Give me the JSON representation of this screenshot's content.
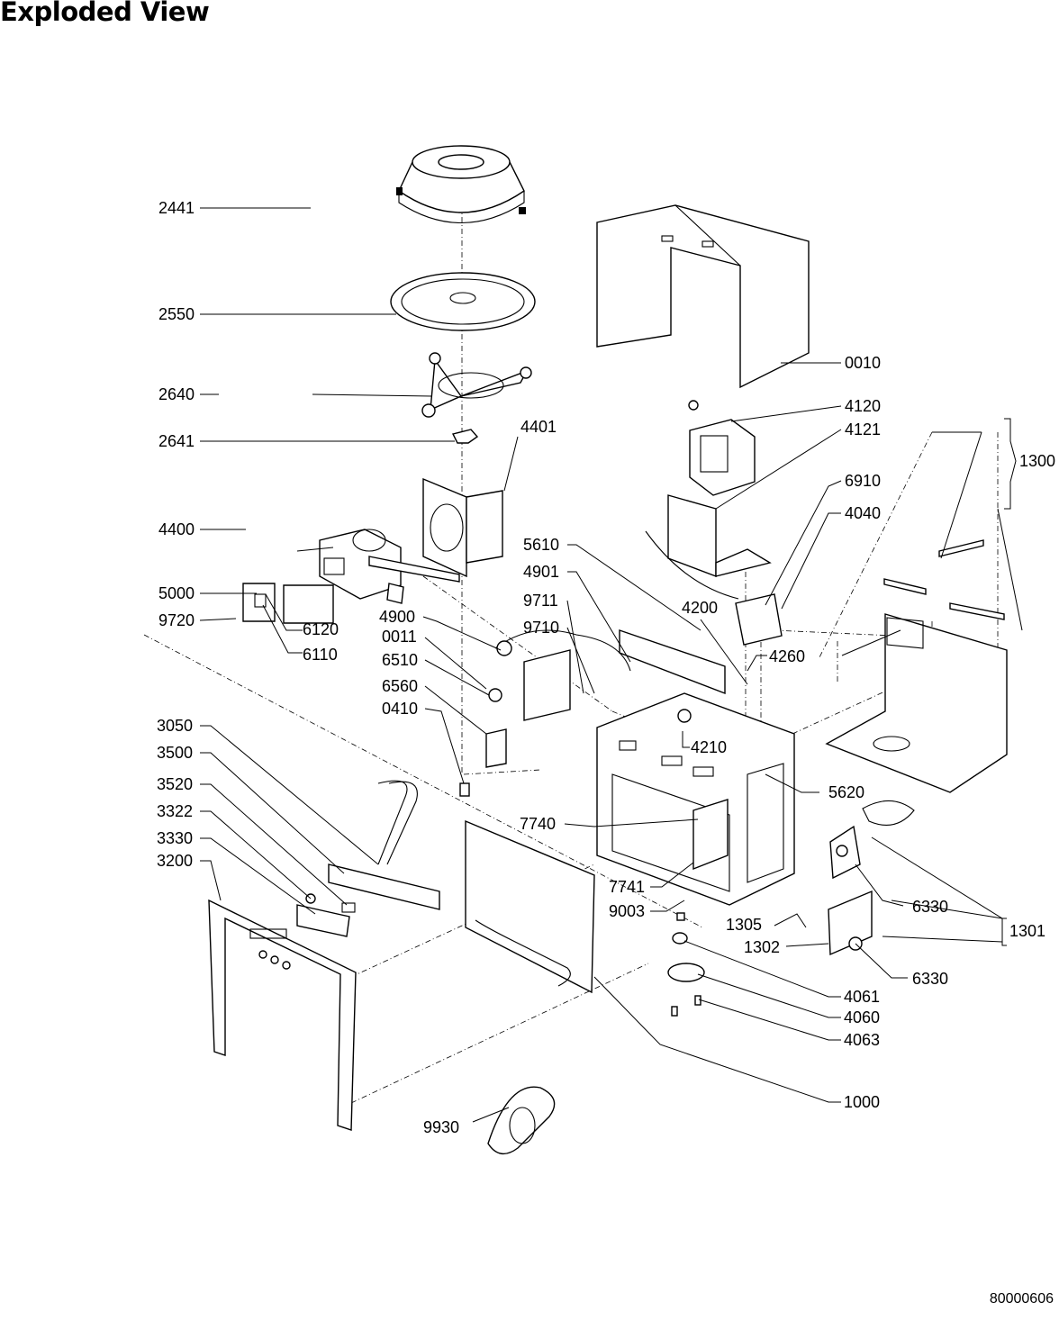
{
  "title": "Exploded View",
  "document_number": "80000606",
  "callouts": {
    "c2441": "2441",
    "c2550": "2550",
    "c2640": "2640",
    "c2641": "2641",
    "c4400": "4400",
    "c4401": "4401",
    "c5000": "5000",
    "c9720": "9720",
    "c6120": "6120",
    "c6110": "6110",
    "c4900": "4900",
    "c0011": "0011",
    "c6510": "6510",
    "c6560": "6560",
    "c0410": "0410",
    "c3050": "3050",
    "c3500": "3500",
    "c3520": "3520",
    "c3322": "3322",
    "c3330": "3330",
    "c3200": "3200",
    "c9930": "9930",
    "c0010": "0010",
    "c4120": "4120",
    "c4121": "4121",
    "c6910": "6910",
    "c4040": "4040",
    "c1300": "1300",
    "c5610": "5610",
    "c4901": "4901",
    "c9711": "9711",
    "c9710": "9710",
    "c4200": "4200",
    "c4260": "4260",
    "c4210": "4210",
    "c5620": "5620",
    "c7740": "7740",
    "c7741": "7741",
    "c9003": "9003",
    "c1305": "1305",
    "c1302": "1302",
    "c6330a": "6330",
    "c6330b": "6330",
    "c1301": "1301",
    "c4061": "4061",
    "c4060": "4060",
    "c4063": "4063",
    "c1000": "1000"
  }
}
